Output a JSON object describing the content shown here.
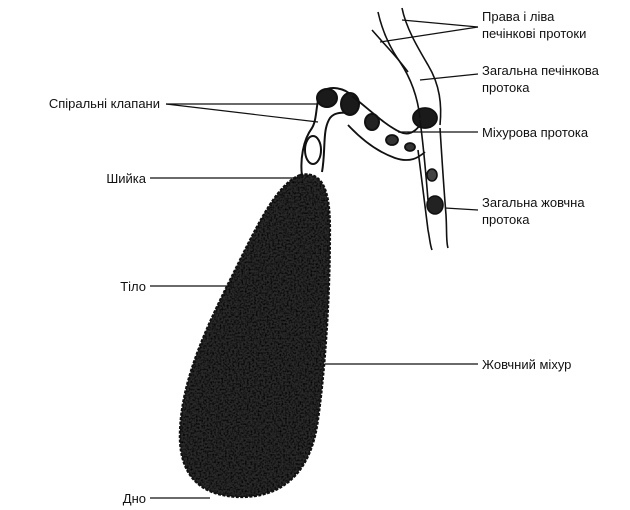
{
  "labels": {
    "right_left_hepatic": [
      "Права і ліва",
      "печінкові протоки"
    ],
    "common_hepatic": [
      "Загальна печінкова",
      "протока"
    ],
    "spiral_valves": "Спіральні клапани",
    "cystic_duct": "Міхурова протока",
    "neck": "Шийка",
    "common_bile": [
      "Загальна жовчна",
      "протока"
    ],
    "body": "Тіло",
    "gallbladder": "Жовчний міхур",
    "fundus": "Дно"
  }
}
